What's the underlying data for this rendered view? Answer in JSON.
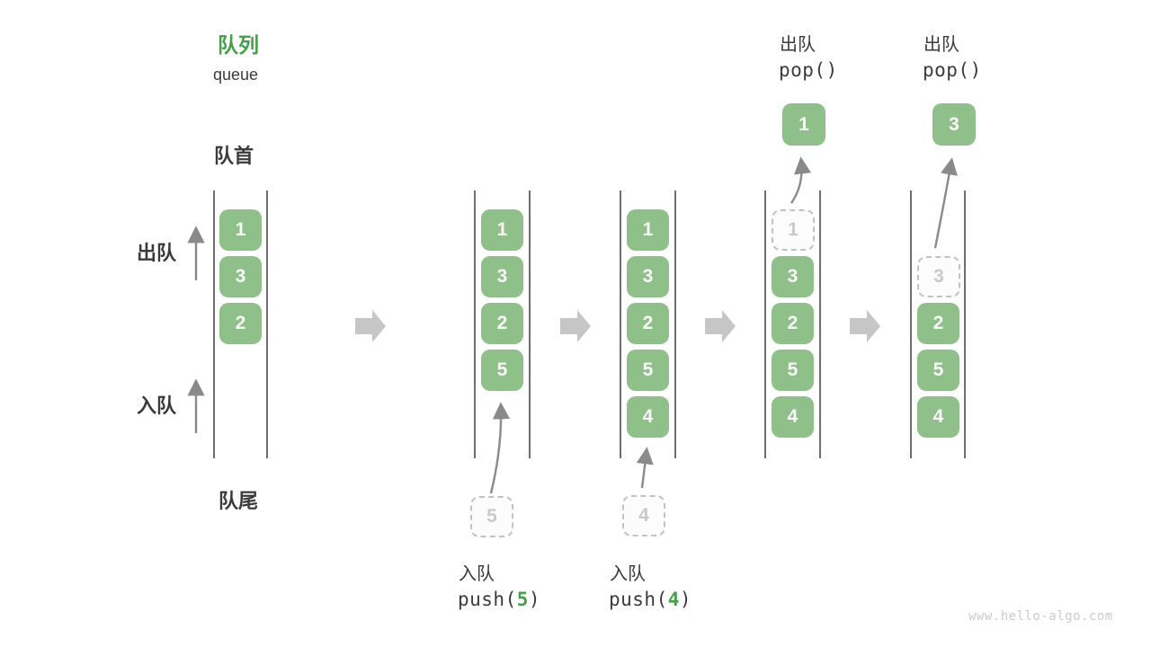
{
  "title": {
    "zh": "队列",
    "en": "queue"
  },
  "side": {
    "front": "队首",
    "rear": "队尾",
    "dequeue": "出队",
    "enqueue": "入队"
  },
  "ops": {
    "push5": {
      "label": "入队",
      "fn": "push(",
      "arg": "5",
      "close": ")"
    },
    "push4": {
      "label": "入队",
      "fn": "push(",
      "arg": "4",
      "close": ")"
    },
    "pop1": {
      "label": "出队",
      "code": "pop()"
    },
    "pop2": {
      "label": "出队",
      "code": "pop()"
    }
  },
  "states": {
    "s1": {
      "items": [
        "1",
        "3",
        "2"
      ]
    },
    "s2": {
      "items": [
        "1",
        "3",
        "2",
        "5"
      ],
      "incoming": "5"
    },
    "s3": {
      "items": [
        "1",
        "3",
        "2",
        "5",
        "4"
      ],
      "incoming": "4"
    },
    "s4": {
      "ghost": "1",
      "items": [
        "3",
        "2",
        "5",
        "4"
      ],
      "popped": "1"
    },
    "s5": {
      "ghost": "3",
      "items": [
        "2",
        "5",
        "4"
      ],
      "popped": "3"
    }
  },
  "watermark": "www.hello-algo.com",
  "colors": {
    "accent_green": "#45a049",
    "box_green": "#8fc08a",
    "box_text": "#fafafa",
    "dashed_border": "#c2c2c2",
    "ghost_text": "#c9c9c9",
    "column_line": "#4a4a4a",
    "text_dark": "#3b3b3b",
    "thin_arrow": "#8a8a8a",
    "block_arrow": "#c6c6c6",
    "watermark": "#cbcbcb"
  }
}
